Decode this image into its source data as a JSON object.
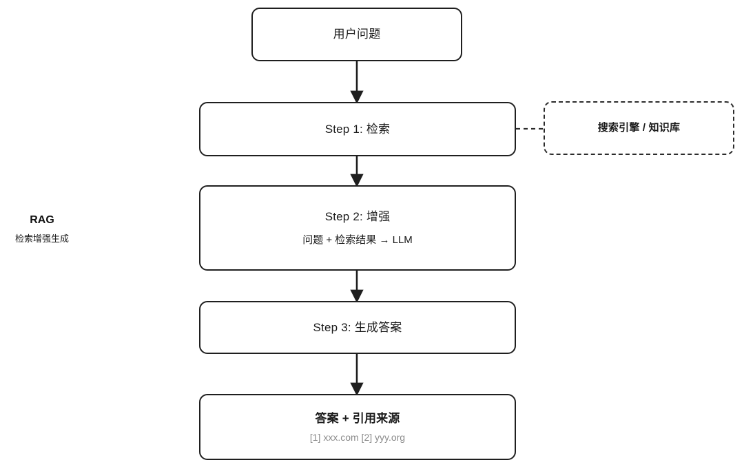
{
  "diagram": {
    "title_label": "RAG",
    "subtitle_label": "检索增强生成",
    "background_color": "#ffffff",
    "node_border_color": "#1f1f1f",
    "text_color": "#1a1a1a",
    "muted_text_color": "#8a8a8a",
    "nodes": [
      {
        "id": "user-question",
        "label": "用户问题",
        "style": "solid"
      },
      {
        "id": "step1",
        "label": "Step 1: 检索",
        "style": "solid"
      },
      {
        "id": "source",
        "label": "搜索引擎 / 知识库",
        "style": "dashed"
      },
      {
        "id": "step2",
        "label": "Step 2: 增强",
        "sublabel": "问题 + 检索结果 → LLM",
        "style": "solid"
      },
      {
        "id": "step3",
        "label": "Step 3: 生成答案",
        "style": "solid"
      },
      {
        "id": "answer",
        "label": "答案 + 引用来源",
        "sublabel": "[1] xxx.com [2] yyy.org",
        "style": "solid"
      }
    ],
    "edges": [
      {
        "from": "user-question",
        "to": "step1",
        "style": "solid",
        "arrow": true
      },
      {
        "from": "step1",
        "to": "source",
        "style": "dashed",
        "arrow": false
      },
      {
        "from": "step1",
        "to": "step2",
        "style": "solid",
        "arrow": true
      },
      {
        "from": "step2",
        "to": "step3",
        "style": "solid",
        "arrow": true
      },
      {
        "from": "step3",
        "to": "answer",
        "style": "solid",
        "arrow": true
      }
    ]
  }
}
